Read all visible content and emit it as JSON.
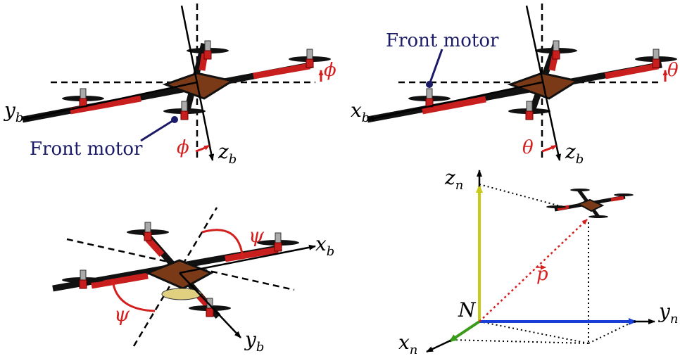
{
  "colors": {
    "axis": "#000000",
    "angle": "#d41f1f",
    "callout": "#1a1a66",
    "z_axis": "#c9c91a",
    "x_axis": "#3a9a1a",
    "y_axis": "#1a3fd4",
    "arm": "#111111",
    "arm_red": "#c81e1e",
    "body": "#7a3a18"
  },
  "panels": {
    "roll": {
      "axis_y": "y",
      "axis_y_sub": "b",
      "axis_z": "z",
      "axis_z_sub": "b",
      "angle_top": "ϕ",
      "angle_bottom": "ϕ",
      "callout": "Front motor"
    },
    "pitch": {
      "axis_x": "x",
      "axis_x_sub": "b",
      "axis_z": "z",
      "axis_z_sub": "b",
      "angle_top": "θ",
      "angle_bottom": "θ",
      "callout": "Front motor"
    },
    "yaw": {
      "axis_x": "x",
      "axis_x_sub": "b",
      "axis_y": "y",
      "axis_y_sub": "b",
      "angle_top": "ψ",
      "angle_bottom": "ψ"
    },
    "inertial": {
      "origin": "N",
      "axis_z": "z",
      "axis_z_sub": "n",
      "axis_y": "y",
      "axis_y_sub": "n",
      "axis_x": "x",
      "axis_x_sub": "n",
      "position_vector": "p"
    }
  }
}
